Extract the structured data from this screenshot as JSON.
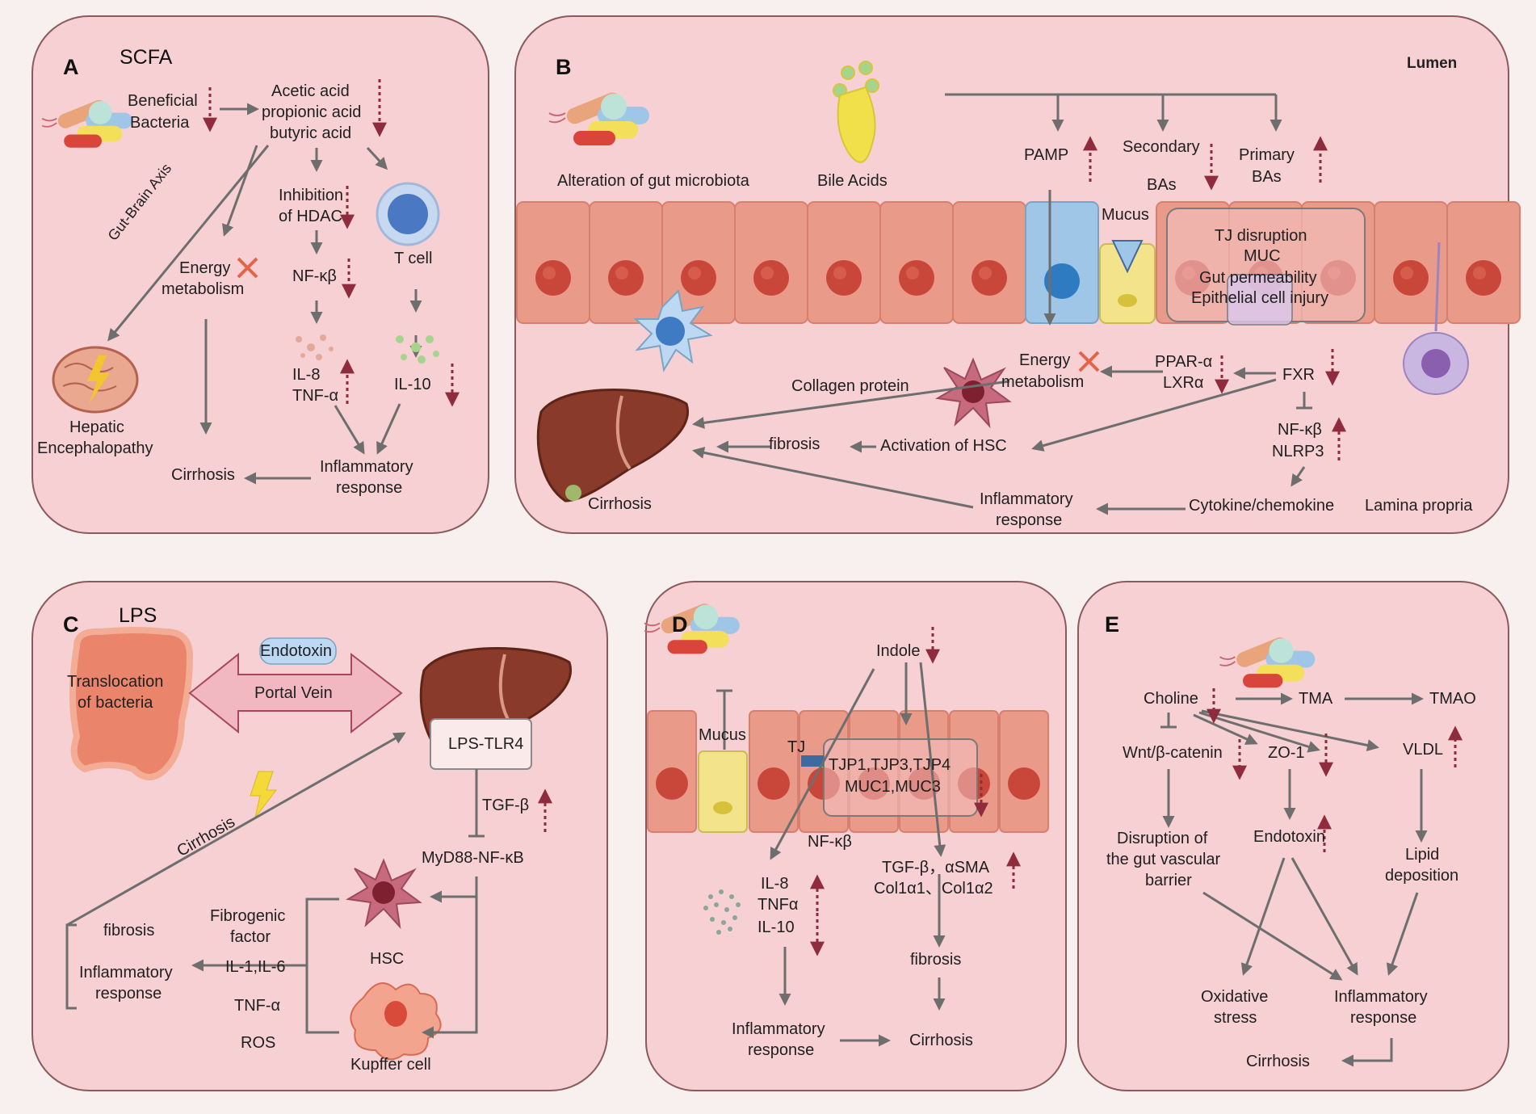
{
  "colors": {
    "panel_fill": "#f6d0d2",
    "panel_stroke": "#8a5a5c",
    "arrow": "#6e6e6e",
    "updown_arrow": "#8e2b3c",
    "cross": "#e2654a",
    "cell": "#ea9a88",
    "nucleus": "#c9473a"
  },
  "panelA": {
    "label": "A",
    "title": "SCFA",
    "beneficial": "Beneficial",
    "bacteria": "Bacteria",
    "acetic": "Acetic acid",
    "propionic": "propionic acid",
    "butyric": "butyric acid",
    "inhibition": "Inhibition",
    "hdac": "of HDAC",
    "tcell": "T cell",
    "energy": "Energy",
    "metabolism": "metabolism",
    "nfkb": "NF-κβ",
    "il8": "IL-8",
    "tnfa": "TNF-α",
    "il10": "IL-10",
    "gut_brain": "Gut-Brain Axis",
    "hepatic": "Hepatic",
    "encephalopathy": "Encephalopathy",
    "cirrhosis": "Cirrhosis",
    "inflammatory": "Inflammatory",
    "response": "response",
    "icons": [
      "bacteria-icon",
      "brain-icon",
      "t-cell-icon",
      "cytokine-dots-icon",
      "cross-icon"
    ]
  },
  "panelB": {
    "label": "B",
    "lumen": "Lumen",
    "alteration": "Alteration of gut microbiota",
    "bile": "Bile Acids",
    "pamp": "PAMP",
    "secondary": "Secondary",
    "bas": "BAs",
    "primary": "Primary",
    "primary_bas": "BAs",
    "mucus": "Mucus",
    "tj": "TJ disruption",
    "muc": "MUC",
    "gut_perm": "Gut permeability",
    "epithelial": "Epithelial cell injury",
    "energy": "Energy",
    "metabolism": "metabolism",
    "ppar": "PPAR-α",
    "lxr": "LXRα",
    "fxr": "FXR",
    "collagen": "Collagen protein",
    "fibrosis": "fibrosis",
    "activation": "Activation of HSC",
    "nfkb": "NF-κβ",
    "nlrp3": "NLRP3",
    "cytokine": "Cytokine/chemokine",
    "inflammatory": "Inflammatory",
    "response": "response",
    "cirrhosis": "Cirrhosis",
    "lamina": "Lamina propria",
    "icons": [
      "bacteria-icon",
      "bile-acid-icon",
      "dendritic-cell-icon",
      "liver-icon",
      "hsc-icon",
      "macrophage-icon",
      "cross-icon"
    ]
  },
  "panelC": {
    "label": "C",
    "title": "LPS",
    "endotoxin": "Endotoxin",
    "translocation": "Translocation",
    "of_bacteria": "of bacteria",
    "portal": "Portal Vein",
    "lps_tlr4": "LPS-TLR4",
    "tgfb": "TGF-β",
    "myd88": "MyD88-NF-κB",
    "cirrhosis": "Cirrhosis",
    "fibrosis": "fibrosis",
    "fibrogenic": "Fibrogenic",
    "factor": "factor",
    "il1": "IL-1,IL-6",
    "inflammatory": "Inflammatory",
    "response": "response",
    "tnfa": "TNF-α",
    "ros": "ROS",
    "hsc": "HSC",
    "kupffer": "Kupffer cell",
    "icons": [
      "intestine-icon",
      "liver-icon",
      "lightning-icon",
      "hsc-icon",
      "kupffer-cell-icon"
    ]
  },
  "panelD": {
    "label": "D",
    "indole": "Indole",
    "mucus": "Mucus",
    "tj": "TJ",
    "tjp": "TJP1,TJP3,TJP4",
    "muc": "MUC1,MUC3",
    "nfkb": "NF-κβ",
    "tgfb": "TGF-β，αSMA",
    "col": "Col1α1、Col1α2",
    "il8": "IL-8",
    "tnfa": "TNFα",
    "il10": "IL-10",
    "fibrosis": "fibrosis",
    "inflammatory": "Inflammatory",
    "response": "response",
    "cirrhosis": "Cirrhosis",
    "icons": [
      "bacteria-icon",
      "cytokine-dots-icon"
    ]
  },
  "panelE": {
    "label": "E",
    "choline": "Choline",
    "tma": "TMA",
    "tmao": "TMAO",
    "wnt": "Wnt/β-catenin",
    "zo1": "ZO-1",
    "vldl": "VLDL",
    "disruption": "Disruption of",
    "gut_vascular": "the gut vascular",
    "barrier": "barrier",
    "endotoxin": "Endotoxin",
    "lipid": "Lipid",
    "deposition": "deposition",
    "oxidative": "Oxidative",
    "stress": "stress",
    "inflammatory": "Inflammatory",
    "response": "response",
    "cirrhosis": "Cirrhosis",
    "icons": [
      "bacteria-icon"
    ]
  }
}
